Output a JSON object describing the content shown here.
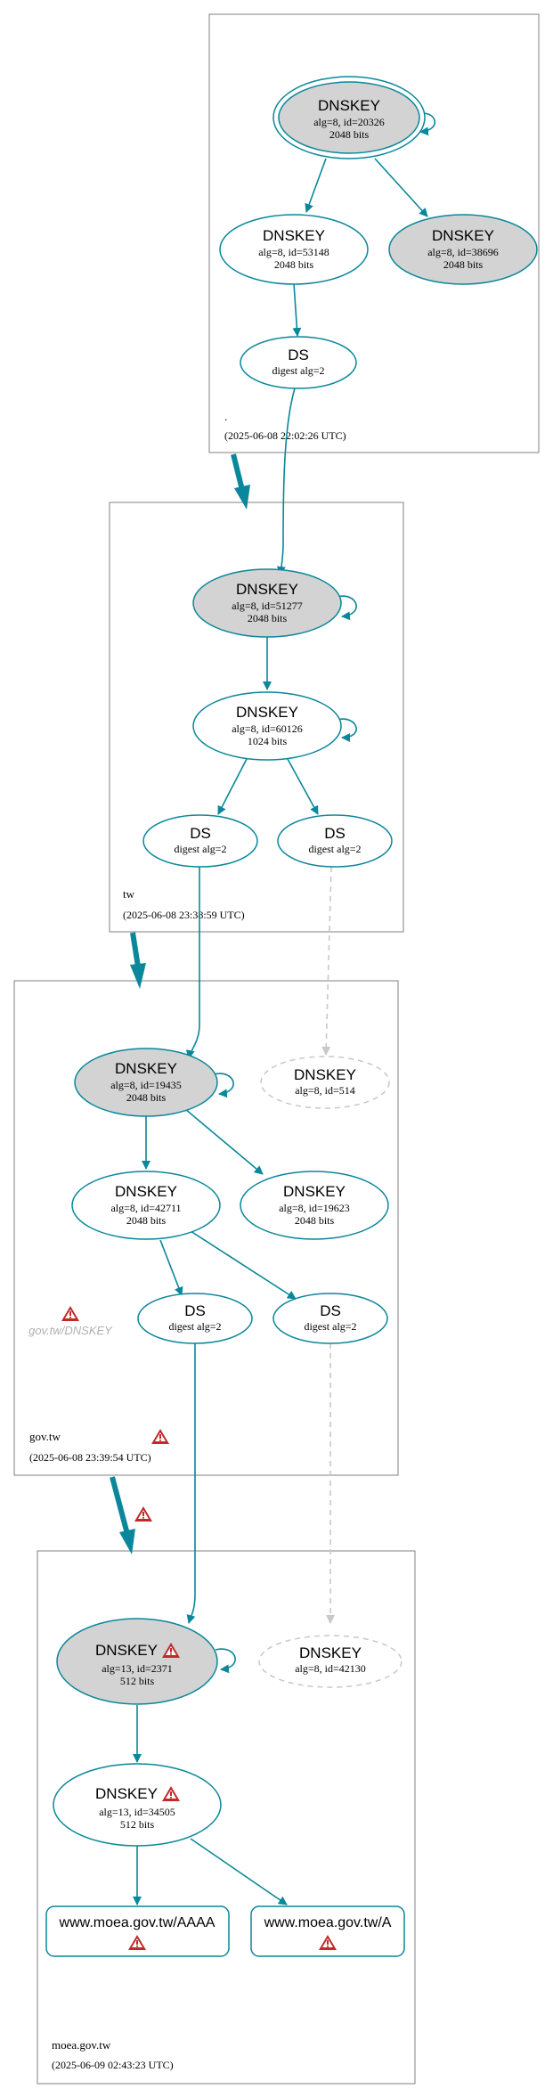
{
  "zones": [
    {
      "id": "root",
      "name": ".",
      "timestamp": "(2025-06-08 22:02:26 UTC)"
    },
    {
      "id": "tw",
      "name": "tw",
      "timestamp": "(2025-06-08 23:38:59 UTC)"
    },
    {
      "id": "govtw",
      "name": "gov.tw",
      "timestamp": "(2025-06-08 23:39:54 UTC)"
    },
    {
      "id": "moea",
      "name": "moea.gov.tw",
      "timestamp": "(2025-06-09 02:43:23 UTC)"
    }
  ],
  "nodes": {
    "root_ksk": {
      "title": "DNSKEY",
      "l1": "alg=8, id=20326",
      "l2": "2048 bits"
    },
    "root_zsk1": {
      "title": "DNSKEY",
      "l1": "alg=8, id=53148",
      "l2": "2048 bits"
    },
    "root_zsk2": {
      "title": "DNSKEY",
      "l1": "alg=8, id=38696",
      "l2": "2048 bits"
    },
    "root_ds": {
      "title": "DS",
      "l1": "digest alg=2"
    },
    "tw_ksk": {
      "title": "DNSKEY",
      "l1": "alg=8, id=51277",
      "l2": "2048 bits"
    },
    "tw_zsk": {
      "title": "DNSKEY",
      "l1": "alg=8, id=60126",
      "l2": "1024 bits"
    },
    "tw_ds1": {
      "title": "DS",
      "l1": "digest alg=2"
    },
    "tw_ds2": {
      "title": "DS",
      "l1": "digest alg=2"
    },
    "gov_ksk": {
      "title": "DNSKEY",
      "l1": "alg=8, id=19435",
      "l2": "2048 bits"
    },
    "gov_missing": {
      "title": "DNSKEY",
      "l1": "alg=8, id=514"
    },
    "gov_zsk1": {
      "title": "DNSKEY",
      "l1": "alg=8, id=42711",
      "l2": "2048 bits"
    },
    "gov_zsk2": {
      "title": "DNSKEY",
      "l1": "alg=8, id=19623",
      "l2": "2048 bits"
    },
    "gov_ds1": {
      "title": "DS",
      "l1": "digest alg=2"
    },
    "gov_ds2": {
      "title": "DS",
      "l1": "digest alg=2"
    },
    "moea_ksk": {
      "title": "DNSKEY",
      "l1": "alg=13, id=2371",
      "l2": "512 bits"
    },
    "moea_missing": {
      "title": "DNSKEY",
      "l1": "alg=8, id=42130"
    },
    "moea_zsk": {
      "title": "DNSKEY",
      "l1": "alg=13, id=34505",
      "l2": "512 bits"
    },
    "moea_aaaa": {
      "title": "www.moea.gov.tw/AAAA"
    },
    "moea_a": {
      "title": "www.moea.gov.tw/A"
    }
  },
  "gov_dnskey_warning_label": "gov.tw/DNSKEY",
  "colors": {
    "edge": "#0a879a",
    "ksk_fill": "#d3d3d3",
    "zone_border": "#808080",
    "missing": "#c0c0c0",
    "warning_fill": "#cc3333"
  }
}
